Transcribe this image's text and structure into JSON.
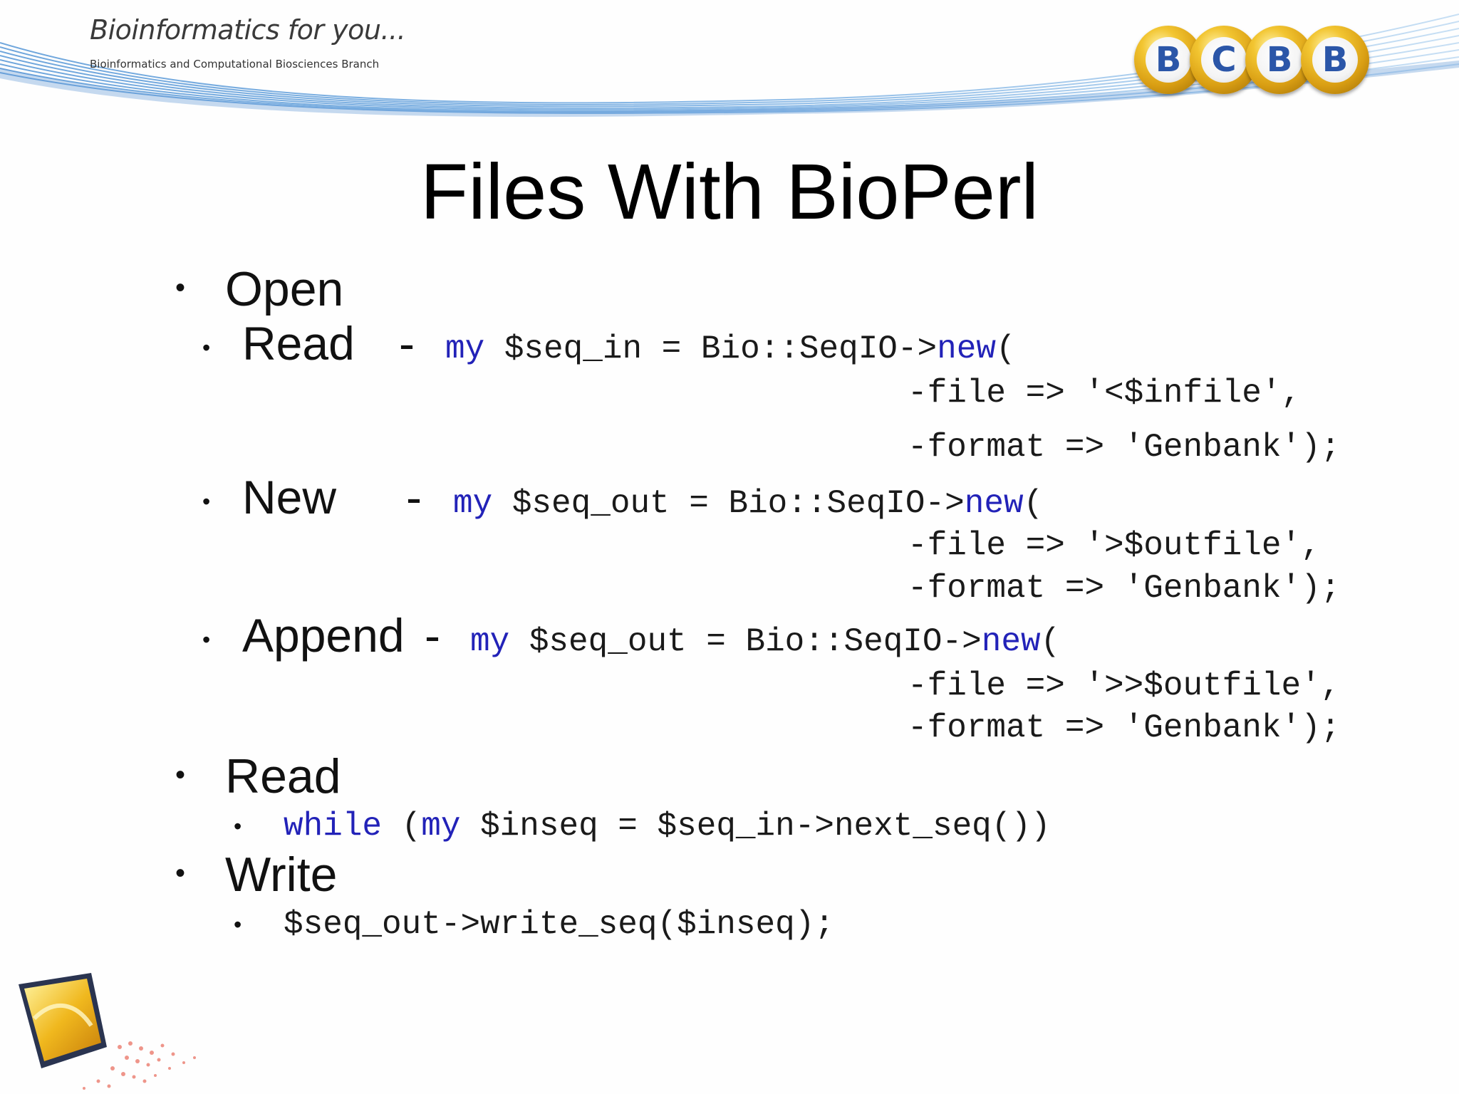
{
  "header": {
    "tagline": "Bioinformatics for you...",
    "branch_name": "Bioinformatics and Computational Biosciences Branch",
    "logo_letters": [
      "B",
      "C",
      "B",
      "B"
    ]
  },
  "slide": {
    "title": "Files With BioPerl",
    "bullets": {
      "open": {
        "label": "Open",
        "read": {
          "label": "Read",
          "dash": "-",
          "kw1": "my",
          "code1": " $seq_in = Bio::SeqIO->",
          "kw2": "new",
          "code1_end": "(",
          "line2": "-file => '<$infile',",
          "line3": "-format => 'Genbank');"
        },
        "new": {
          "label": "New",
          "dash": "-",
          "kw1": "my",
          "code1": " $seq_out = Bio::SeqIO->",
          "kw2": "new",
          "code1_end": "(",
          "line2": "-file => '>$outfile',",
          "line3": "-format => 'Genbank');"
        },
        "append": {
          "label": "Append",
          "dash": "-",
          "kw1": "my",
          "code1": " $seq_out = Bio::SeqIO->",
          "kw2": "new",
          "code1_end": "(",
          "line2": "-file => '>>$outfile',",
          "line3": "-format => 'Genbank');"
        }
      },
      "read": {
        "label": "Read",
        "kw1": "while",
        "code_a": " (",
        "kw2": "my",
        "code_b": " $inseq = $seq_in->next_seq())"
      },
      "write": {
        "label": "Write",
        "code": "$seq_out->write_seq($inseq);"
      }
    }
  },
  "colors": {
    "keyword": "#2222b8",
    "swoosh": "#4a86c8",
    "logo_gold": "#e2b01c",
    "logo_letter": "#2b56a8"
  },
  "icons": {
    "logo": "bcbb-logo",
    "graphic": "monitor-graphic"
  }
}
